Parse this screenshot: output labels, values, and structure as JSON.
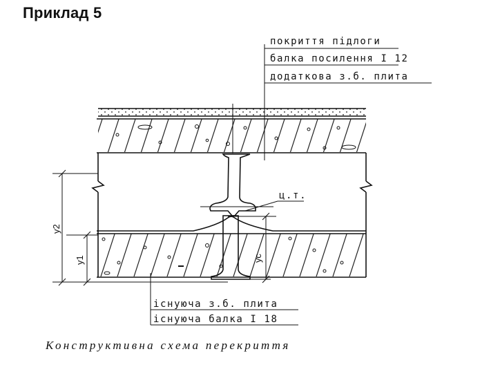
{
  "title": "Приклад 5",
  "caption": "Конструктивна схема перекриття",
  "labels_top": [
    "покриття підлоги",
    "балка посилення I 12",
    "додаткова з.б. плита"
  ],
  "labels_bottom": [
    "існуюча з.б. плита",
    "існуюча балка I 18"
  ],
  "label_ct": "ц.т.",
  "dims": {
    "y2": "у2",
    "y1": "у1",
    "yc": "ус"
  }
}
